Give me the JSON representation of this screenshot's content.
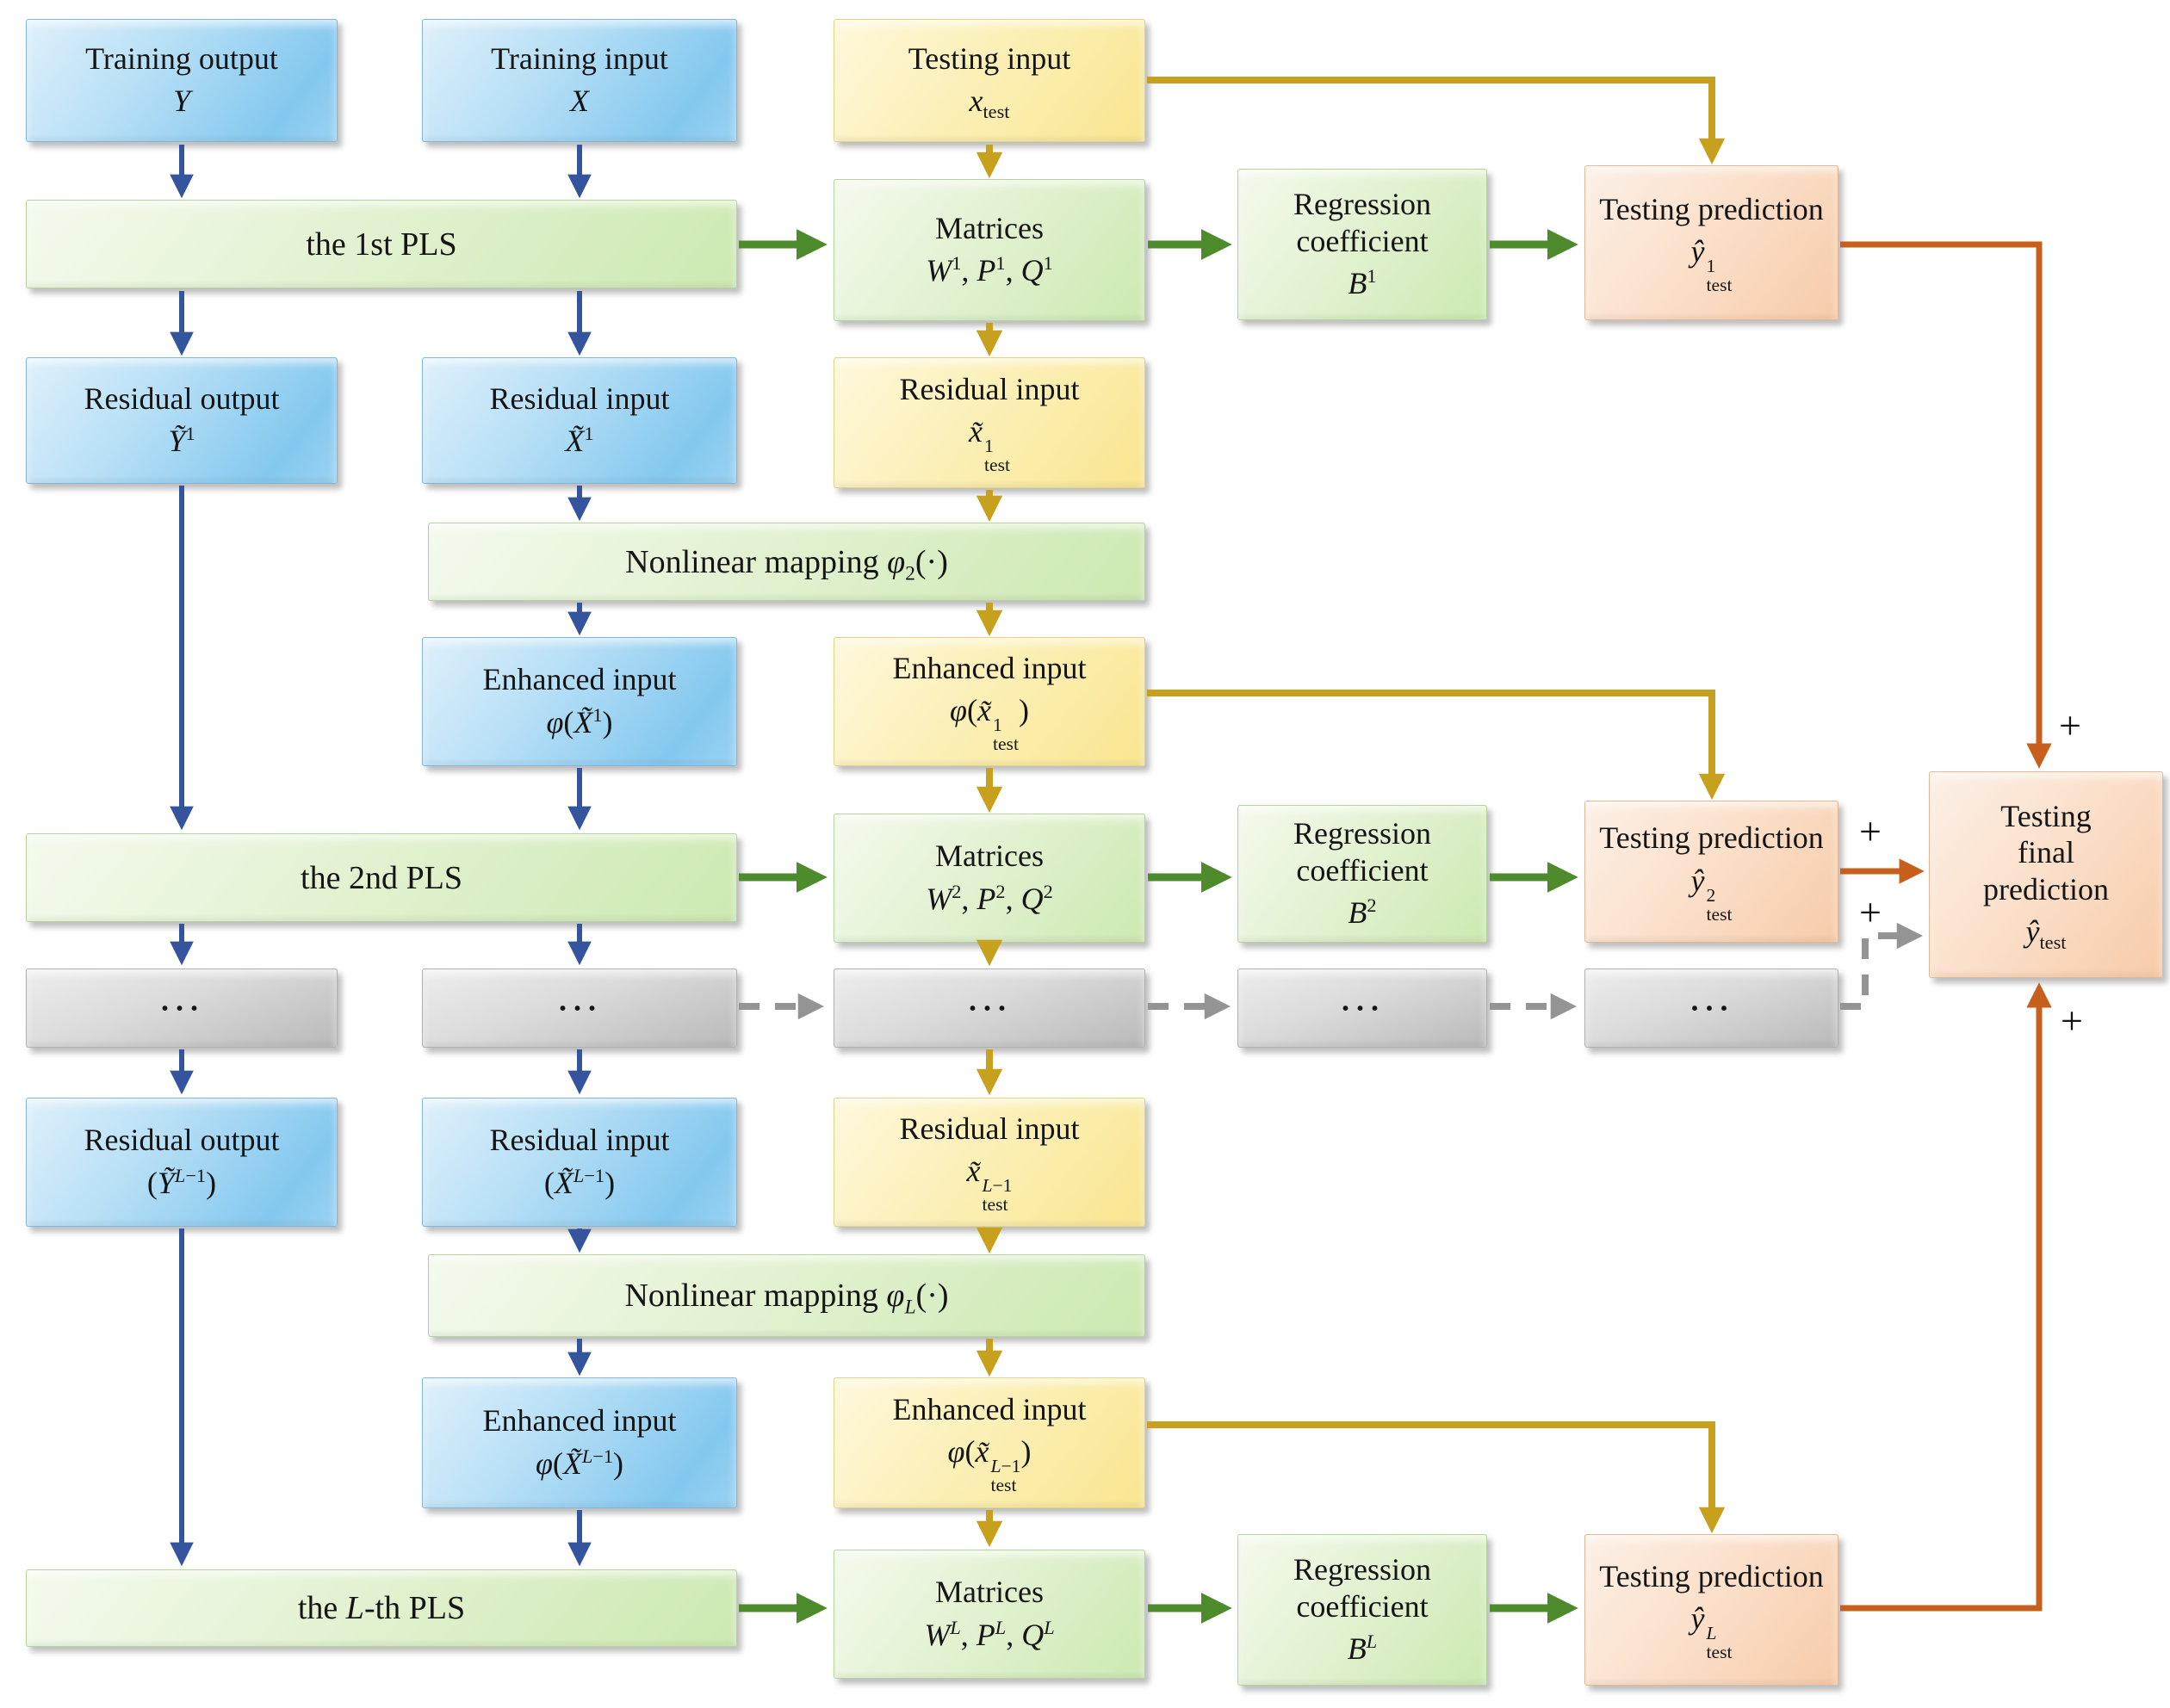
{
  "colors": {
    "training_arrow": "#35549e",
    "testing_arrow": "#c7a01d",
    "pls_arrow": "#4e8b2c",
    "prediction_arrow": "#c8601d",
    "ellipsis_arrow": "#949494",
    "plus_text": "#151515"
  },
  "plus": "+",
  "boxes": {
    "training_output": {
      "title": "Training output",
      "html": "<i>Y</i>"
    },
    "training_input": {
      "title": "Training input",
      "html": "<i>X</i>"
    },
    "testing_input": {
      "title": "Testing input",
      "html": "<i>x</i><sub>test</sub>"
    },
    "pls_1": {
      "html": "the 1st PLS"
    },
    "matrices_1": {
      "title": "Matrices",
      "html": "<i>W</i><sup>1</sup>, <i>P</i><sup>1</sup>, <i>Q</i><sup>1</sup>"
    },
    "regression_1": {
      "title": "Regression coefficient",
      "html": "<i>B</i><sup>1</sup>"
    },
    "prediction_1": {
      "title": "Testing prediction",
      "html": "<i>ŷ</i><span class=\"ss\"><span>1</span><span>test</span></span>"
    },
    "residual_output_1": {
      "title": "Residual output",
      "html": "<i>Ỹ</i><sup>1</sup>"
    },
    "residual_input_1": {
      "title": "Residual input",
      "html": "<i>X̃</i><sup>1</sup>"
    },
    "residual_input_test_1": {
      "title": "Residual input",
      "html": "<i>x̃</i><span class=\"ss\"><span>1</span><span>test</span></span>"
    },
    "nonlinear_2": {
      "html": "Nonlinear mapping <i>φ</i><sub>2</sub>(·)"
    },
    "enhanced_input_1": {
      "title": "Enhanced input",
      "html": "<i>φ</i>(<i>X̃</i><sup>1</sup>)"
    },
    "enhanced_input_test_1": {
      "title": "Enhanced input",
      "html": "<i>φ</i>(<i>x̃</i><span class=\"ss\"><span>1</span><span>test</span></span>)"
    },
    "pls_2": {
      "html": "the 2nd PLS"
    },
    "matrices_2": {
      "title": "Matrices",
      "html": "<i>W</i><sup>2</sup>, <i>P</i><sup>2</sup>, <i>Q</i><sup>2</sup>"
    },
    "regression_2": {
      "title": "Regression coefficient",
      "html": "<i>B</i><sup>2</sup>"
    },
    "prediction_2": {
      "title": "Testing prediction",
      "html": "<i>ŷ</i><span class=\"ss\"><span>2</span><span>test</span></span>"
    },
    "final_prediction": {
      "title": "Testing final prediction",
      "html": "<i>ŷ</i><sub>test</sub>"
    },
    "ellipsis": {
      "text": "···"
    },
    "residual_output_L": {
      "title": "Residual output",
      "html": "(<i>Ỹ</i><sup><i>L</i>−1</sup>)"
    },
    "residual_input_L": {
      "title": "Residual input",
      "html": "(<i>X̃</i><sup><i>L</i>−1</sup>)"
    },
    "residual_input_test_L": {
      "title": "Residual input",
      "html": "<i>x̃</i><span class=\"ss\"><span><i>L</i>−1</span><span>test</span></span>"
    },
    "nonlinear_L": {
      "html": "Nonlinear mapping <i>φ</i><sub><i>L</i></sub>(·)"
    },
    "enhanced_input_L": {
      "title": "Enhanced input",
      "html": "<i>φ</i>(<i>X̃</i><sup><i>L</i>−1</sup>)"
    },
    "enhanced_input_test_L": {
      "title": "Enhanced input",
      "html": "<i>φ</i>(<i>x̃</i><span class=\"ss\"><span><i>L</i>−1</span><span>test</span></span>)"
    },
    "pls_L": {
      "html": "the <i>L</i>-th PLS"
    },
    "matrices_L": {
      "title": "Matrices",
      "html": "<i>W</i><sup><i>L</i></sup>, <i>P</i><sup><i>L</i></sup>, <i>Q</i><sup><i>L</i></sup>"
    },
    "regression_L": {
      "title": "Regression coefficient",
      "html": "<i>B</i><sup><i>L</i></sup>"
    },
    "prediction_L": {
      "title": "Testing prediction",
      "html": "<i>ŷ</i><span class=\"ss\"><span><i>L</i></span><span>test</span></span>"
    }
  }
}
